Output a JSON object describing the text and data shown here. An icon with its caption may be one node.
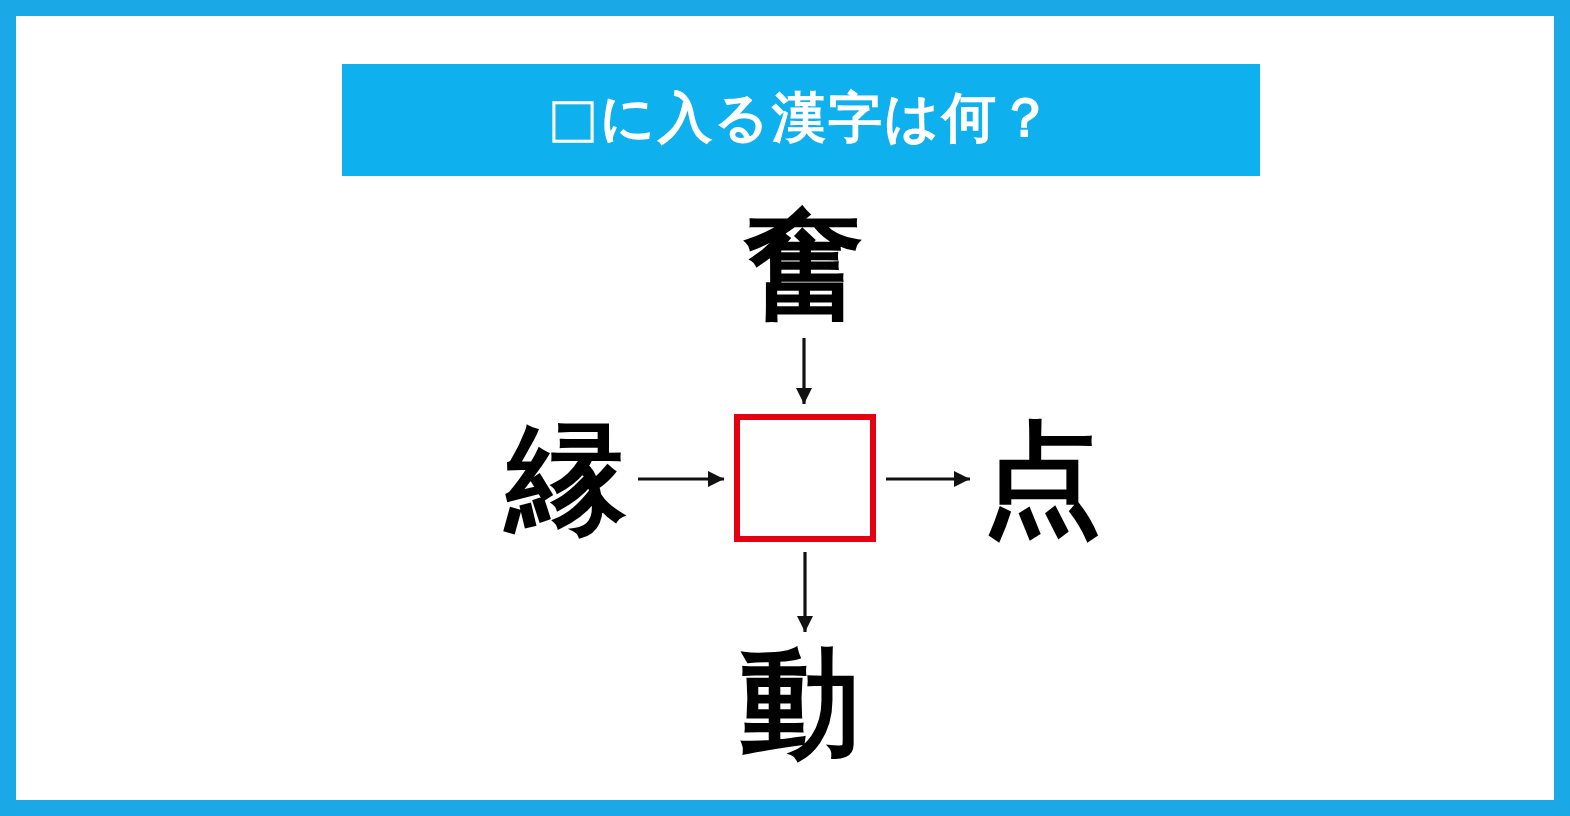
{
  "diagram": {
    "title": "□に入る漢字は何？",
    "nodes": [
      {
        "text": [
          "奮"
        ]
      },
      {
        "text": [
          "縁"
        ]
      },
      {
        "text": [],
        "shape": "box"
      },
      {
        "text": [
          "点"
        ]
      },
      {
        "text": [
          "動"
        ]
      }
    ],
    "edges": [
      {
        "from": 0,
        "to": 2,
        "arrow": "to"
      },
      {
        "from": 1,
        "to": 2,
        "arrow": "to"
      },
      {
        "from": 2,
        "to": 3,
        "arrow": "to"
      },
      {
        "from": 2,
        "to": 4,
        "arrow": "to"
      }
    ]
  }
}
